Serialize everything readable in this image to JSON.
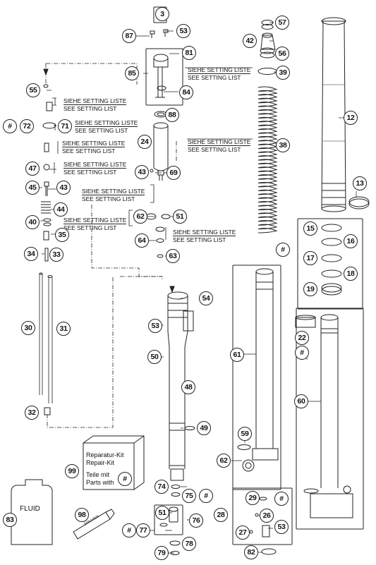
{
  "callouts": {
    "c3": "3",
    "c87": "87",
    "c53a": "53",
    "c81": "81",
    "c85": "85",
    "c84": "84",
    "c57": "57",
    "c42": "42",
    "c56": "56",
    "c39": "39",
    "c12": "12",
    "c13": "13",
    "c55": "55",
    "c72": "72",
    "c71": "71",
    "c88": "88",
    "c24": "24",
    "c38": "38",
    "c47": "47",
    "c43a": "43",
    "c69": "69",
    "c45": "45",
    "c43b": "43",
    "c44": "44",
    "c40": "40",
    "c35": "35",
    "c62a": "62",
    "c51a": "51",
    "c64": "64",
    "c63": "63",
    "c34": "34",
    "c33": "33",
    "c15": "15",
    "c16": "16",
    "c17": "17",
    "c18": "18",
    "c19": "19",
    "c54": "54",
    "c53b": "53",
    "c50": "50",
    "c48": "48",
    "c30": "30",
    "c31": "31",
    "c61": "61",
    "c22": "22",
    "c60": "60",
    "c32": "32",
    "c49": "49",
    "c59": "59",
    "c62b": "62",
    "c99": "99",
    "c74": "74",
    "c75": "75",
    "c83": "83",
    "c98": "98",
    "c51b": "51",
    "c76": "76",
    "c77": "77",
    "c79": "79",
    "c78": "78",
    "c28": "28",
    "c29": "29",
    "c26": "26",
    "c27": "27",
    "c53c": "53",
    "c82": "82"
  },
  "hash": "#",
  "labels": {
    "de": "SIEHE SETTING LISTE",
    "en": "SEE SETTING LIST"
  },
  "kit": {
    "line1": "Reparatur-Kit",
    "line2": "Repair-Kit",
    "line3": "Teile mit",
    "line4": "Parts with"
  },
  "fluid": "FLUID",
  "grease_label": "Silikonfett"
}
